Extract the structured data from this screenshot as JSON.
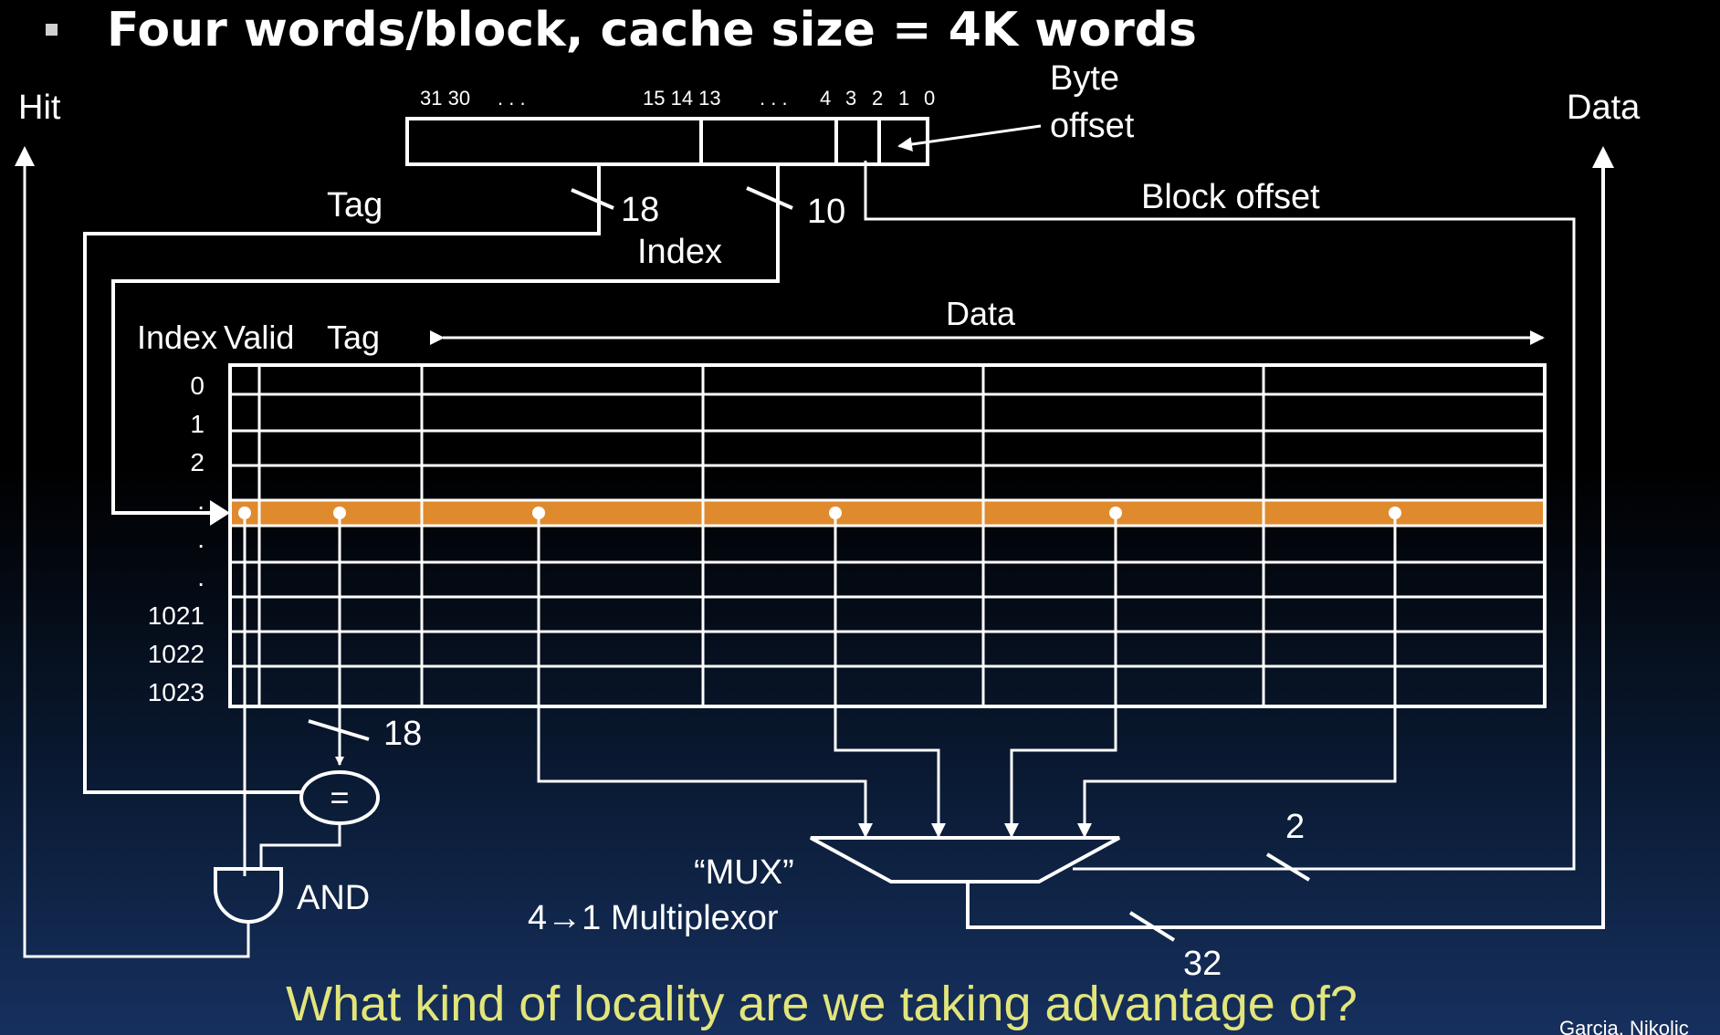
{
  "slide": {
    "bullet": "Four  words/block, cache size = 4K words",
    "question": "What kind of locality are we taking advantage of?",
    "credit": "Garcia, Nikolic"
  },
  "address": {
    "bit_labels": [
      "31 30",
      ". . .",
      "15 14 13",
      ". . .",
      "4",
      "3",
      "2",
      "1",
      "0"
    ],
    "byte_offset_label": [
      "Byte",
      "offset"
    ],
    "block_offset_label": "Block offset"
  },
  "signals": {
    "hit": "Hit",
    "data_out": "Data",
    "tag": "Tag",
    "index": "Index",
    "tag_bits": "18",
    "index_bits": "10",
    "compare_bits": "18",
    "mux_select_bits": "2",
    "data_bits": "32"
  },
  "cache_table": {
    "headers": [
      "Index",
      "Valid",
      "Tag"
    ],
    "data_header": "Data",
    "row_labels": [
      "0",
      "1",
      "2",
      ".",
      ".",
      ".",
      "1021",
      "1022",
      "1023"
    ],
    "highlight_color": "#e08a2e",
    "data_words_per_block": 4
  },
  "components": {
    "comparator": "=",
    "and_gate": "AND",
    "mux_label": "“MUX”",
    "mux_desc": "4→1 Multiplexor"
  },
  "colors": {
    "background": "#000000",
    "highlight": "#e08a2e",
    "question_text": "#e2e57a",
    "bullet_marker": "#d0d0d0"
  }
}
